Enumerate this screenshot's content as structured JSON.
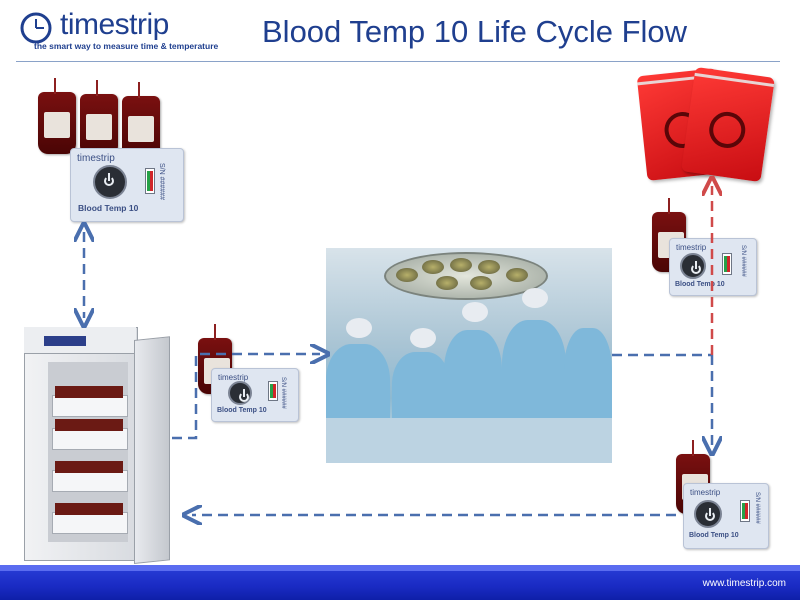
{
  "header": {
    "logo_word": "timestrip",
    "logo_tagline": "the smart way to measure time & temperature",
    "title": "Blood Temp 10 Life Cycle Flow"
  },
  "indicator": {
    "brand": "timestrip",
    "label": "Blood Temp 10",
    "serial": "S/N ######"
  },
  "footer": {
    "url": "www.timestrip.com"
  },
  "colors": {
    "title_blue": "#1f3f8f",
    "arrow_blue": "#4a6fae",
    "arrow_red": "#d04a4a",
    "footer_blue": "#1a2bc4"
  }
}
